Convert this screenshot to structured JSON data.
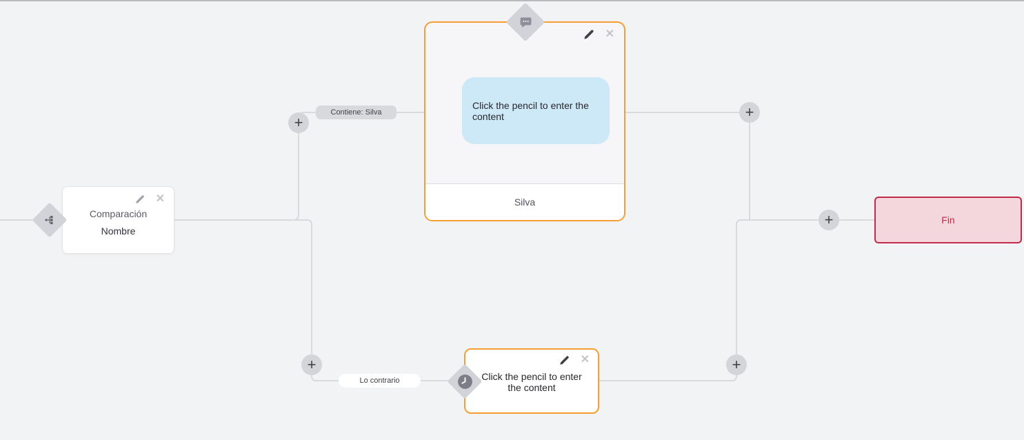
{
  "colors": {
    "canvas_bg": "#f2f3f5",
    "edge_line": "#d9dade",
    "node_accent_orange": "#f89e2e",
    "end_node_border": "#c2284a",
    "end_node_bg": "#f4d7dc",
    "end_node_text": "#c2284a",
    "message_bubble_bg": "#cde8f6",
    "pill_gray_bg": "#d8d9dd",
    "pill_white_bg": "#ffffff",
    "plus_button_bg": "#d4d5d9",
    "diamond_bg": "#d2d3d8"
  },
  "icons": {
    "plus_glyph": "+",
    "close_glyph": "✕",
    "pencil": "pencil-icon",
    "branch": "branch-icon",
    "chat": "chat-bubble-icon",
    "clock": "clock-icon"
  },
  "edges": {
    "top_label": "Contiene: Silva",
    "bottom_label": "Lo contrario"
  },
  "nodes": {
    "comparison": {
      "title": "Comparación",
      "subtitle": "Nombre"
    },
    "message": {
      "preview": "Click the pencil to enter the content",
      "footer": "Silva"
    },
    "delay": {
      "text": "Click the pencil to enter the content"
    },
    "end": {
      "label": "Fin"
    }
  }
}
